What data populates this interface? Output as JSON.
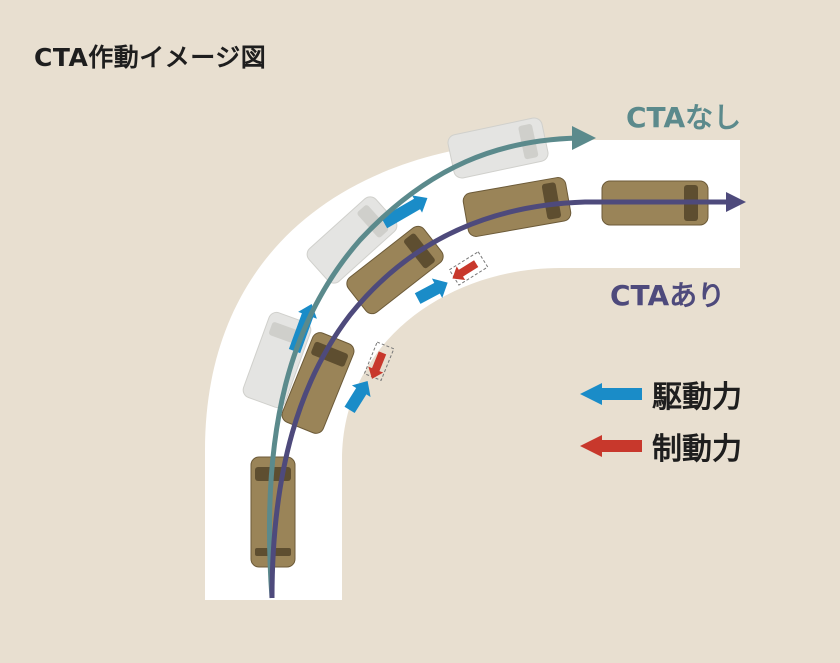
{
  "title": "CTA作動イメージ図",
  "paths": {
    "without_cta": {
      "label": "CTAなし",
      "color": "#5b8a8c"
    },
    "with_cta": {
      "label": "CTAあり",
      "color": "#4e4a7c"
    }
  },
  "legend": [
    {
      "label": "駆動力",
      "color": "#1a8cc8"
    },
    {
      "label": "制動力",
      "color": "#c8382c"
    }
  ],
  "colors": {
    "background": "#e8dfd0",
    "road": "#ffffff",
    "car_body": "#9a8458",
    "car_ghost": "#e4e4e2"
  }
}
